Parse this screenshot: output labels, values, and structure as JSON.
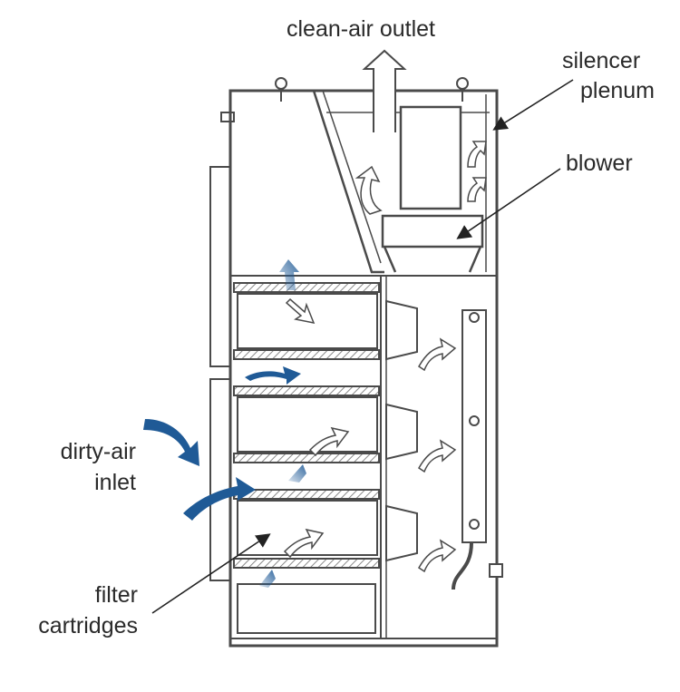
{
  "diagram": {
    "labels": {
      "clean_air_outlet": "clean-air outlet",
      "silencer_line1": "silencer",
      "silencer_line2": "plenum",
      "blower": "blower",
      "dirty_air_line1": "dirty-air",
      "dirty_air_line2": "inlet",
      "filter_line1": "filter",
      "filter_line2": "cartridges"
    },
    "colors": {
      "line": "#4a4a4a",
      "fill_light": "#ffffff",
      "hatch": "#8a8a8a",
      "dirty_air": "#1f5a96",
      "clean_air": "#ffffff",
      "label_text": "#2a2a2a"
    },
    "icons": [
      "up-arrow-icon",
      "curved-flow-arrow-icon",
      "dirty-air-arrow-icon",
      "clean-air-arrow-icon",
      "leader-line-arrow-icon"
    ]
  }
}
